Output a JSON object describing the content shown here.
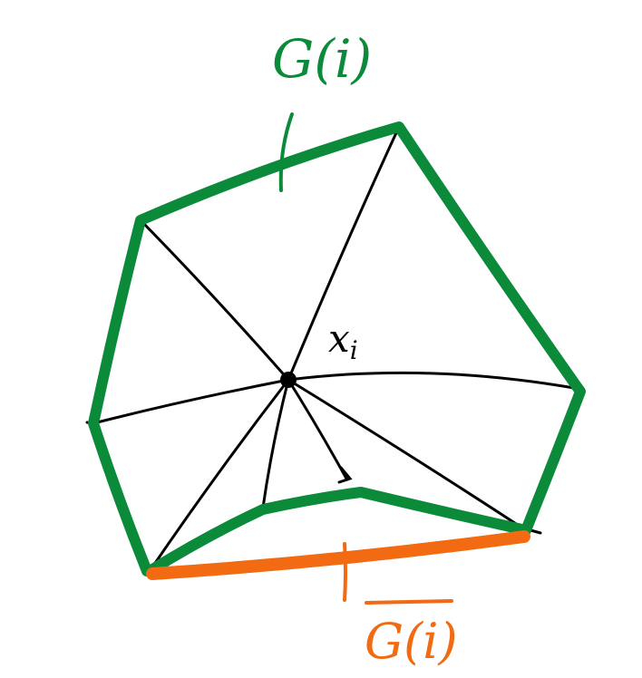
{
  "labels": {
    "green_region": "G(i)",
    "center_vertex": "x_i",
    "orange_region": "G(i)",
    "orange_overline": true
  },
  "colors": {
    "green": "#0b8a3a",
    "orange": "#f26a12",
    "ink": "#000000",
    "background": "#ffffff"
  }
}
